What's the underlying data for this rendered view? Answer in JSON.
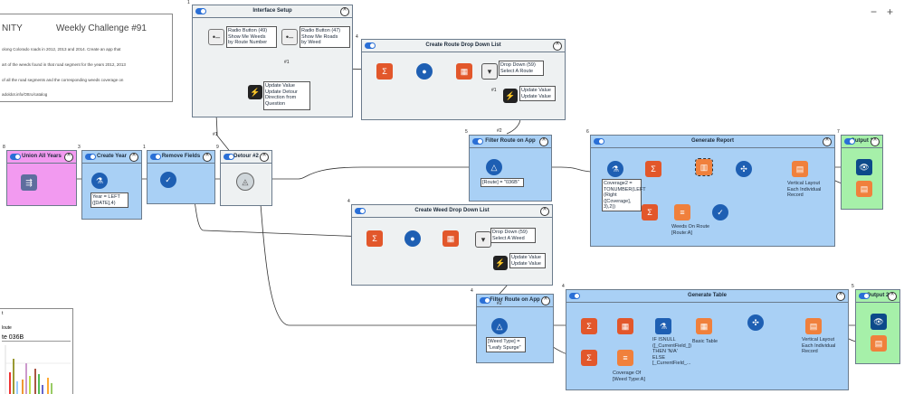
{
  "zoom": {
    "minus": "−",
    "plus": "+"
  },
  "background_card": {
    "title_left": "NITY",
    "title": "Weekly Challenge #91",
    "lines": [
      "olong Colorado roads in 2012, 2013 and 2014.  Create an app that",
      "art of the weeds found in that road segment for the years 2012, 2013",
      "of all the road segments and the corresponding weeds coverage on",
      "adoldot.info/Ottro/catalog"
    ]
  },
  "chart_card": {
    "line1": "t",
    "line2": "loute",
    "line3": "te 036B"
  },
  "containers": {
    "interface_setup": {
      "num": "1",
      "title": "Interface Setup"
    },
    "create_route_dd": {
      "num": "4",
      "title": "Create Route Drop Down List"
    },
    "union": {
      "num": "8",
      "title": "Union All Years"
    },
    "create_year": {
      "num": "3",
      "title": "Create Year"
    },
    "remove_fields": {
      "num": "1",
      "title": "Remove Fields"
    },
    "detour": {
      "num": "9",
      "title": "Detour #2"
    },
    "filter_route_1": {
      "num": "5",
      "title": "Filter Route on App"
    },
    "generate_report": {
      "num": "6",
      "title": "Generate Report"
    },
    "output1": {
      "num": "7",
      "title": "Output 1"
    },
    "create_weed_dd": {
      "num": "4",
      "title": "Create Weed Drop Down List"
    },
    "filter_route_2": {
      "num": "4",
      "title": "Filter Route on App"
    },
    "generate_table": {
      "num": "4",
      "title": "Generate Table"
    },
    "output2": {
      "num": "5",
      "title": "Output 2"
    }
  },
  "labels": {
    "radio1": "Radio Button (49)\nShow Me Weeds\nby Route Number",
    "radio2": "Radio Button (47)\nShow Me Roads\nby Weed",
    "update_detour": "Update Value\nUpdate Detour\nDirection from\nQuestion",
    "dropdown_route": "Drop Down (59)\nSelect A Route",
    "update_value_1": "Update Value\nUpdate Value",
    "year_formula": "Year = LEFT\n([DATE],4)",
    "route_filter": "[Route] = \"036B\"",
    "coverage_formula": "Coverage2 =\nTONUMBER(LEFT\n(Right\n([Coverage],\n3),2))",
    "weeds_on_route": "Weeds On Route\n[Route:A]",
    "vertical_layout_1": "Vertical Layout\nEach Individual\nRecord",
    "dropdown_weed": "Drop Down (59)\nSelect A Weed",
    "update_value_2": "Update Value\nUpdate Value",
    "weed_filter": "[Weed Type] =\n\"Leafy Spurge\"",
    "isnull_formula": "IF ISNULL\n([_CurrentField_])\nTHEN 'N/A'\nELSE\n[_CurrentField_...",
    "basic_table": "Basic Table",
    "coverage_of": "Coverage Of\n[Weed Type:A]",
    "vertical_layout_2": "Vertical Layout\nEach Individual\nRecord"
  },
  "connection_tags": {
    "a": "#1",
    "b": "#1",
    "c": "#2",
    "d": "#2",
    "e": "#1"
  },
  "colors": {
    "gray": "#eef1f2",
    "blue": "#a9d0f5",
    "pink": "#f29af0",
    "green": "#a6f0a9",
    "summarize": "#e2572b",
    "formula": "#1e5fb3",
    "reporting": "#f0803c",
    "filter": "#1e5fb3",
    "browse": "#0d4a8a"
  }
}
